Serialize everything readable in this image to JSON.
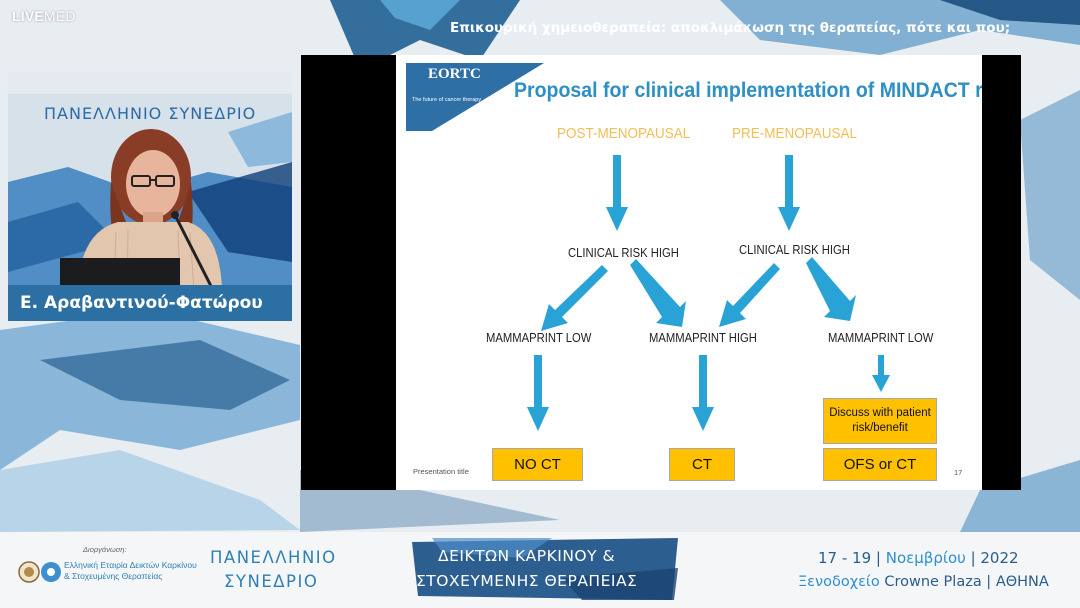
{
  "logo": {
    "bold": "LIVE",
    "regular": "MED"
  },
  "header": {
    "title": "Επικουρική χημειοθεραπεία: αποκλιμάκωση της θεραπείας, πότε και που;"
  },
  "speaker": {
    "backdrop_text": "ΠΑΝΕΛΛΗΝΙΟ ΣΥΝΕΔΡΙΟ",
    "name": "Ε. Αραβαντινού-Φατώρου"
  },
  "slide": {
    "org_logo": {
      "name": "EORTC",
      "tagline": "The future of cancer therapy"
    },
    "title": "Proposal for clinical implementation of MINDACT results",
    "groups": [
      "POST-MENOPAUSAL",
      "PRE-MENOPAUSAL"
    ],
    "risk": [
      "CLINICAL RISK HIGH",
      "CLINICAL RISK HIGH"
    ],
    "results": [
      "MAMMAPRINT LOW",
      "MAMMAPRINT HIGH",
      "MAMMAPRINT LOW"
    ],
    "discuss_line1": "Discuss with patient",
    "discuss_line2": "risk/benefit",
    "outcomes": [
      "NO CT",
      "CT",
      "OFS or CT"
    ],
    "footer_left": "Presentation title",
    "page_number": "17"
  },
  "banner": {
    "organizer_label": "Διοργάνωση:",
    "organizer_line1": "Ελληνική Εταιρία Δεικτών Καρκίνου",
    "organizer_line2": "& Στοχευμένης Θεραπείας",
    "conference_line1": "ΠΑΝΕΛΛΗΝΙΟ",
    "conference_line2": "ΣΥΝΕΔΡΙΟ",
    "topic_line1": "ΔΕΙΚΤΩΝ ΚΑΡΚΙΝΟΥ &",
    "topic_line2": "ΣΤΟΧΕΥΜΕΝΗΣ ΘΕΡΑΠΕΙΑΣ",
    "dates_days": "17 - 19",
    "dates_month": "Νοεμβρίου",
    "dates_year": "2022",
    "venue_hotel": "Ξενοδοχείο",
    "venue_name": "Crowne Plaza",
    "venue_city": "ΑΘΗΝΑ"
  },
  "colors": {
    "accent_blue": "#2e8fc2",
    "box_yellow": "#ffc000",
    "gold_label": "#f2be55",
    "arrow_blue": "#29a3d6"
  }
}
